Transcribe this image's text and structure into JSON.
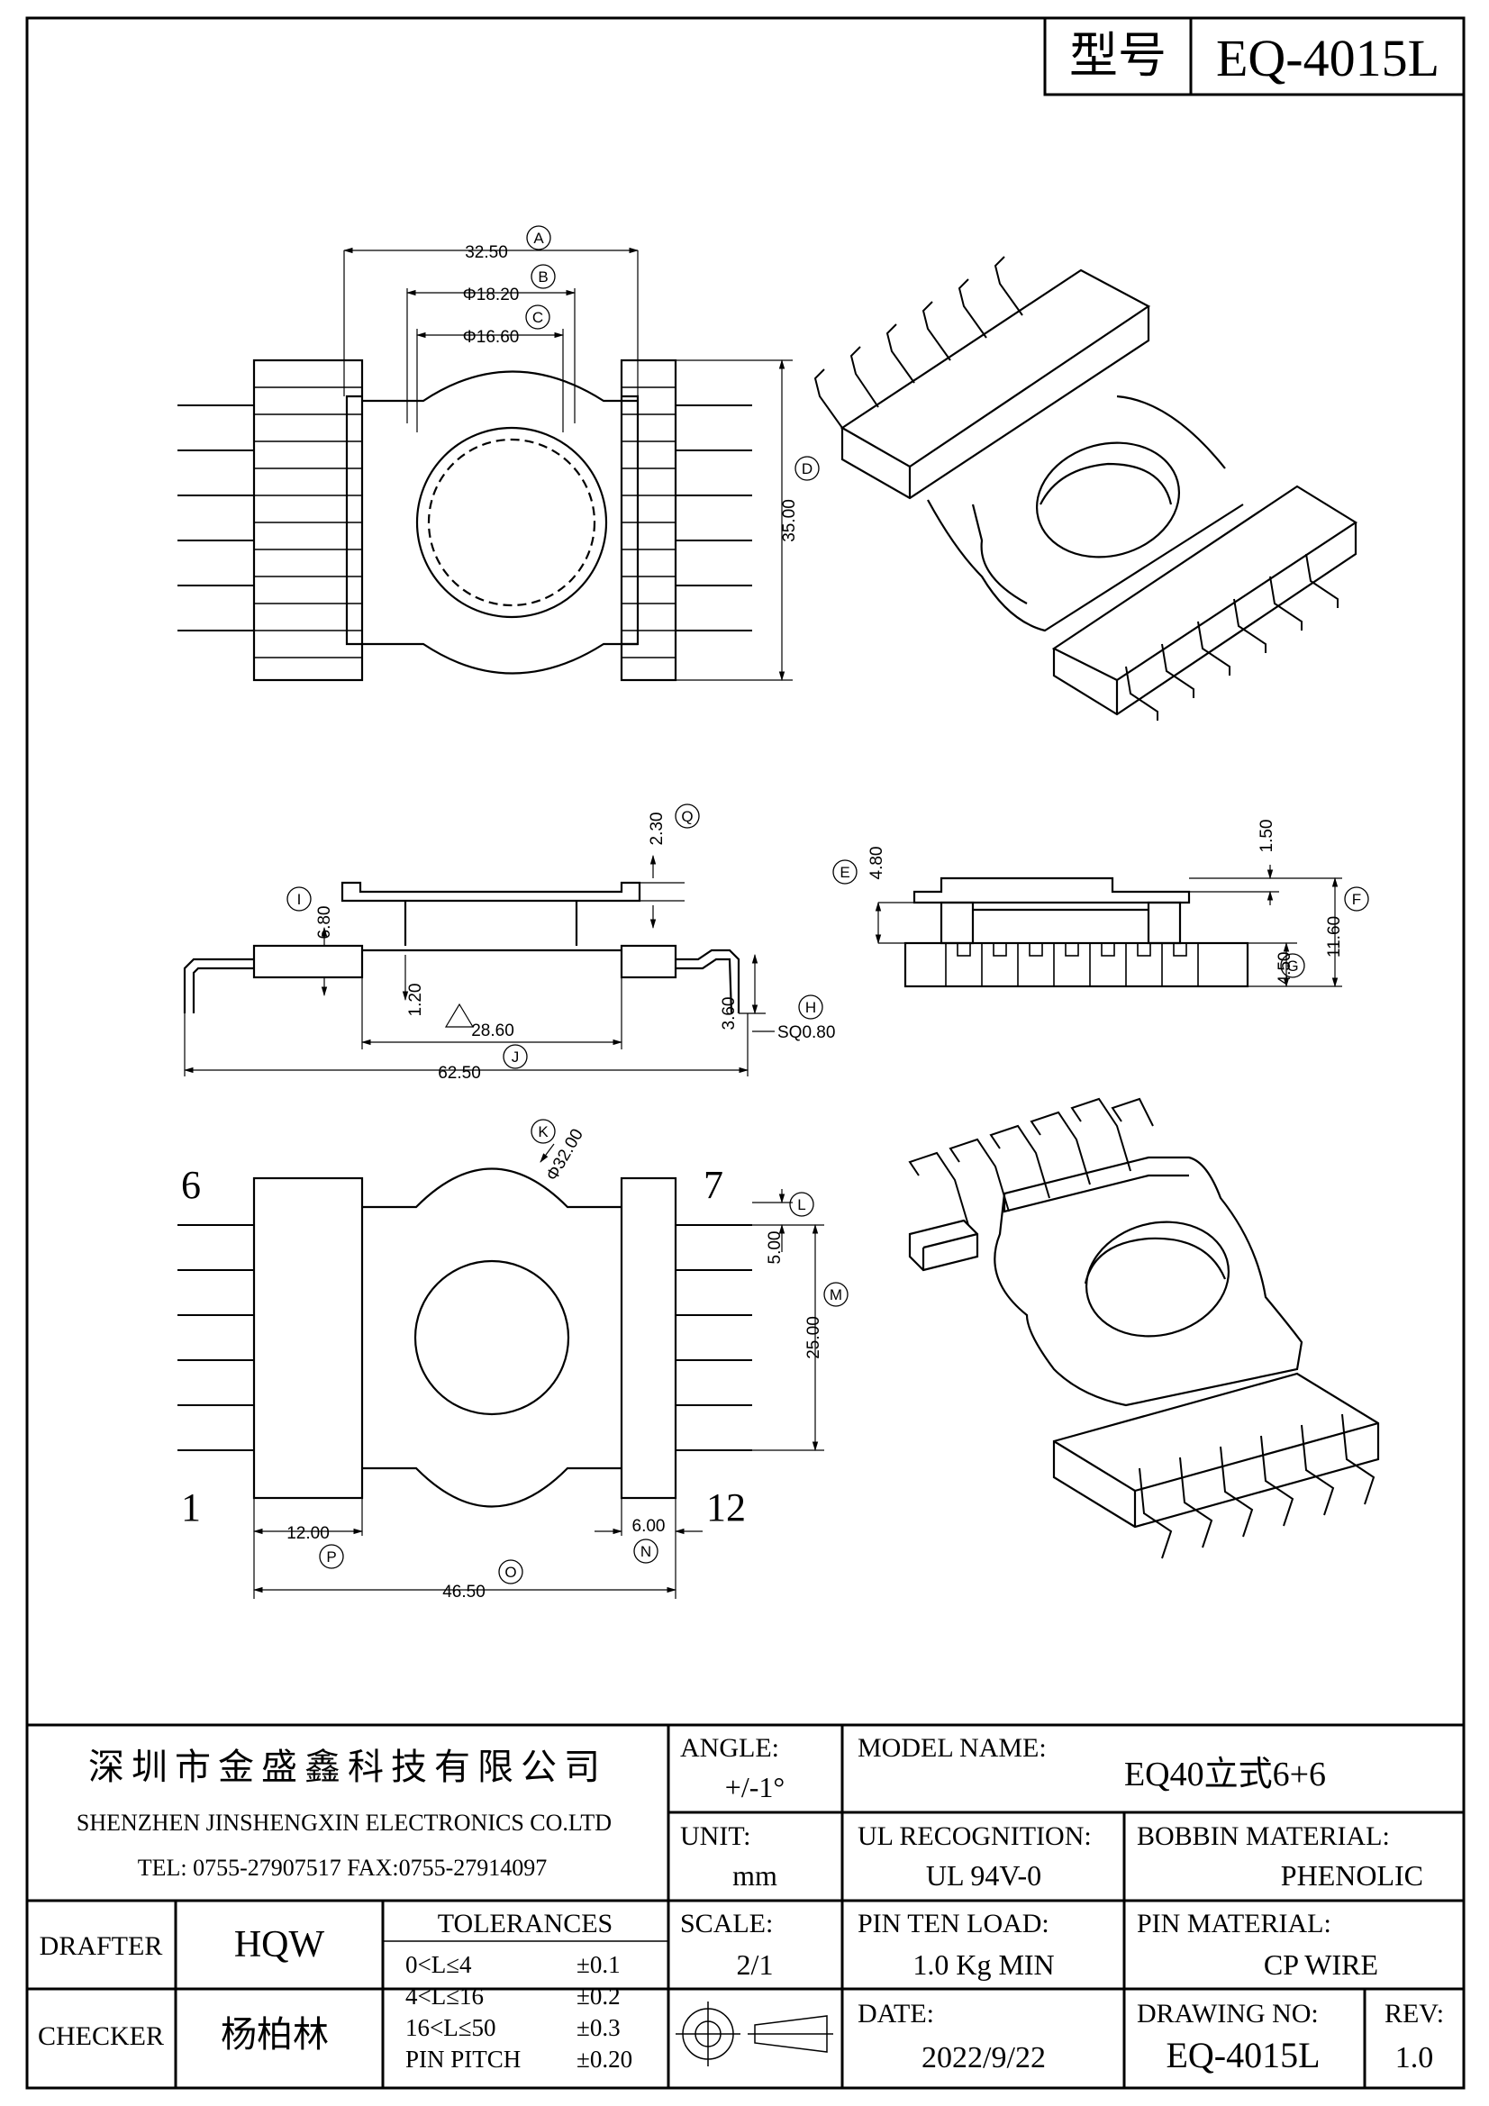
{
  "header": {
    "model_label": "型号",
    "model_value": "EQ-4015L"
  },
  "top_view": {
    "dim_a": "32.50",
    "lbl_a": "A",
    "dim_b": "Φ18.20",
    "lbl_b": "B",
    "dim_c": "Φ16.60",
    "lbl_c": "C",
    "dim_d": "35.00",
    "lbl_d": "D"
  },
  "side_view": {
    "dim_q": "2.30",
    "lbl_q": "Q",
    "dim_i": "6.80",
    "lbl_i": "I",
    "dim_120": "1.20",
    "dim_j_inner": "28.60",
    "lbl_j": "J",
    "dim_j": "62.50",
    "dim_h": "3.60",
    "lbl_h": "H",
    "pin_size": "SQ0.80"
  },
  "end_view": {
    "dim_e": "4.80",
    "lbl_e": "E",
    "dim_150": "1.50",
    "dim_f": "11.60",
    "lbl_f": "F",
    "dim_g": "4.50",
    "lbl_g": "G"
  },
  "bottom_view": {
    "dim_k": "Φ32.00",
    "lbl_k": "K",
    "dim_l": "5.00",
    "lbl_l": "L",
    "dim_m": "25.00",
    "lbl_m": "M",
    "dim_p": "12.00",
    "lbl_p": "P",
    "dim_n": "6.00",
    "lbl_n": "N",
    "dim_o": "46.50",
    "lbl_o": "O",
    "pin_6": "6",
    "pin_7": "7",
    "pin_1": "1",
    "pin_12": "12"
  },
  "title_block": {
    "company_cn": "深圳市金盛鑫科技有限公司",
    "company_en": "SHENZHEN JINSHENGXIN ELECTRONICS CO.LTD",
    "contact": "TEL: 0755-27907517   FAX:0755-27914097",
    "angle_label": "ANGLE:",
    "angle_value": "+/-1°",
    "model_name_label": "MODEL NAME:",
    "model_name_value": "EQ40立式6+6",
    "unit_label": "UNIT:",
    "unit_value": "mm",
    "ul_label": "UL RECOGNITION:",
    "ul_value": "UL 94V-0",
    "bobbin_label": "BOBBIN MATERIAL:",
    "bobbin_value": "PHENOLIC",
    "drafter_label": "DRAFTER",
    "drafter_value": "HQW",
    "tolerances_label": "TOLERANCES",
    "tolerances": [
      {
        "range": "0<L≤4",
        "value": "±0.1"
      },
      {
        "range": "4<L≤16",
        "value": "±0.2"
      },
      {
        "range": "16<L≤50",
        "value": "±0.3"
      },
      {
        "range": "PIN PITCH",
        "value": "±0.20"
      }
    ],
    "scale_label": "SCALE:",
    "scale_value": "2/1",
    "pin_load_label": "PIN TEN LOAD:",
    "pin_load_value": "1.0 Kg MIN",
    "pin_material_label": "PIN MATERIAL:",
    "pin_material_value": "CP WIRE",
    "checker_label": "CHECKER",
    "checker_value": "杨柏林",
    "date_label": "DATE:",
    "date_value": "2022/9/22",
    "drawing_no_label": "DRAWING NO:",
    "drawing_no_value": "EQ-4015L",
    "rev_label": "REV:",
    "rev_value": "1.0"
  }
}
